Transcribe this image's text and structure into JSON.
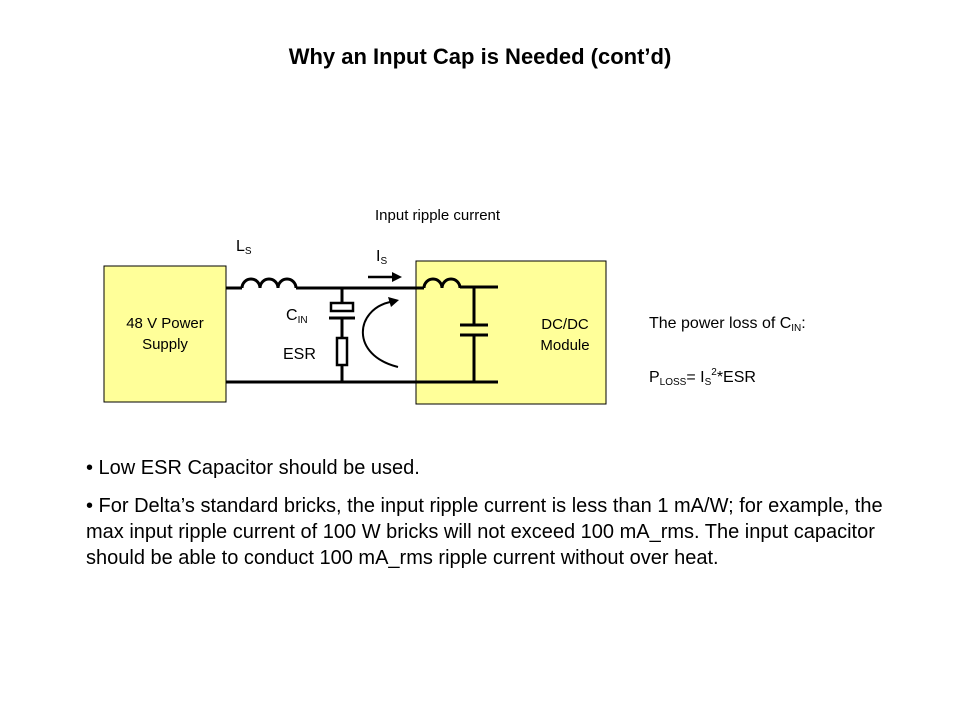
{
  "title": "Why an Input Cap is Needed (cont’d)",
  "colors": {
    "box_fill": "#FFFF99",
    "line": "#000000"
  },
  "diagram": {
    "ripple_label": "Input ripple current",
    "ls_main": "L",
    "ls_sub": "S",
    "is_main": "I",
    "is_sub": "S",
    "cin_main": "C",
    "cin_sub": "IN",
    "esr_label": "ESR",
    "source_box": {
      "line1": "48 V Power",
      "line2": "Supply"
    },
    "module_box": {
      "line1": "DC/DC",
      "line2": "Module"
    }
  },
  "formula": {
    "caption_main": "The power loss of C",
    "caption_sub": "IN",
    "caption_end": ":",
    "p_main": "P",
    "p_sub": "LOSS",
    "equals": "= I",
    "i_sub": "S",
    "i_sup": "2",
    "tail": "*ESR"
  },
  "bullets": [
    "• Low ESR Capacitor should be used.",
    "• For Delta’s standard bricks, the input ripple current is less than 1 mA/W; for example, the max input ripple current of 100 W bricks will not exceed 100 mA_rms. The input capacitor should be able to conduct 100 mA_rms ripple current without over heat."
  ]
}
